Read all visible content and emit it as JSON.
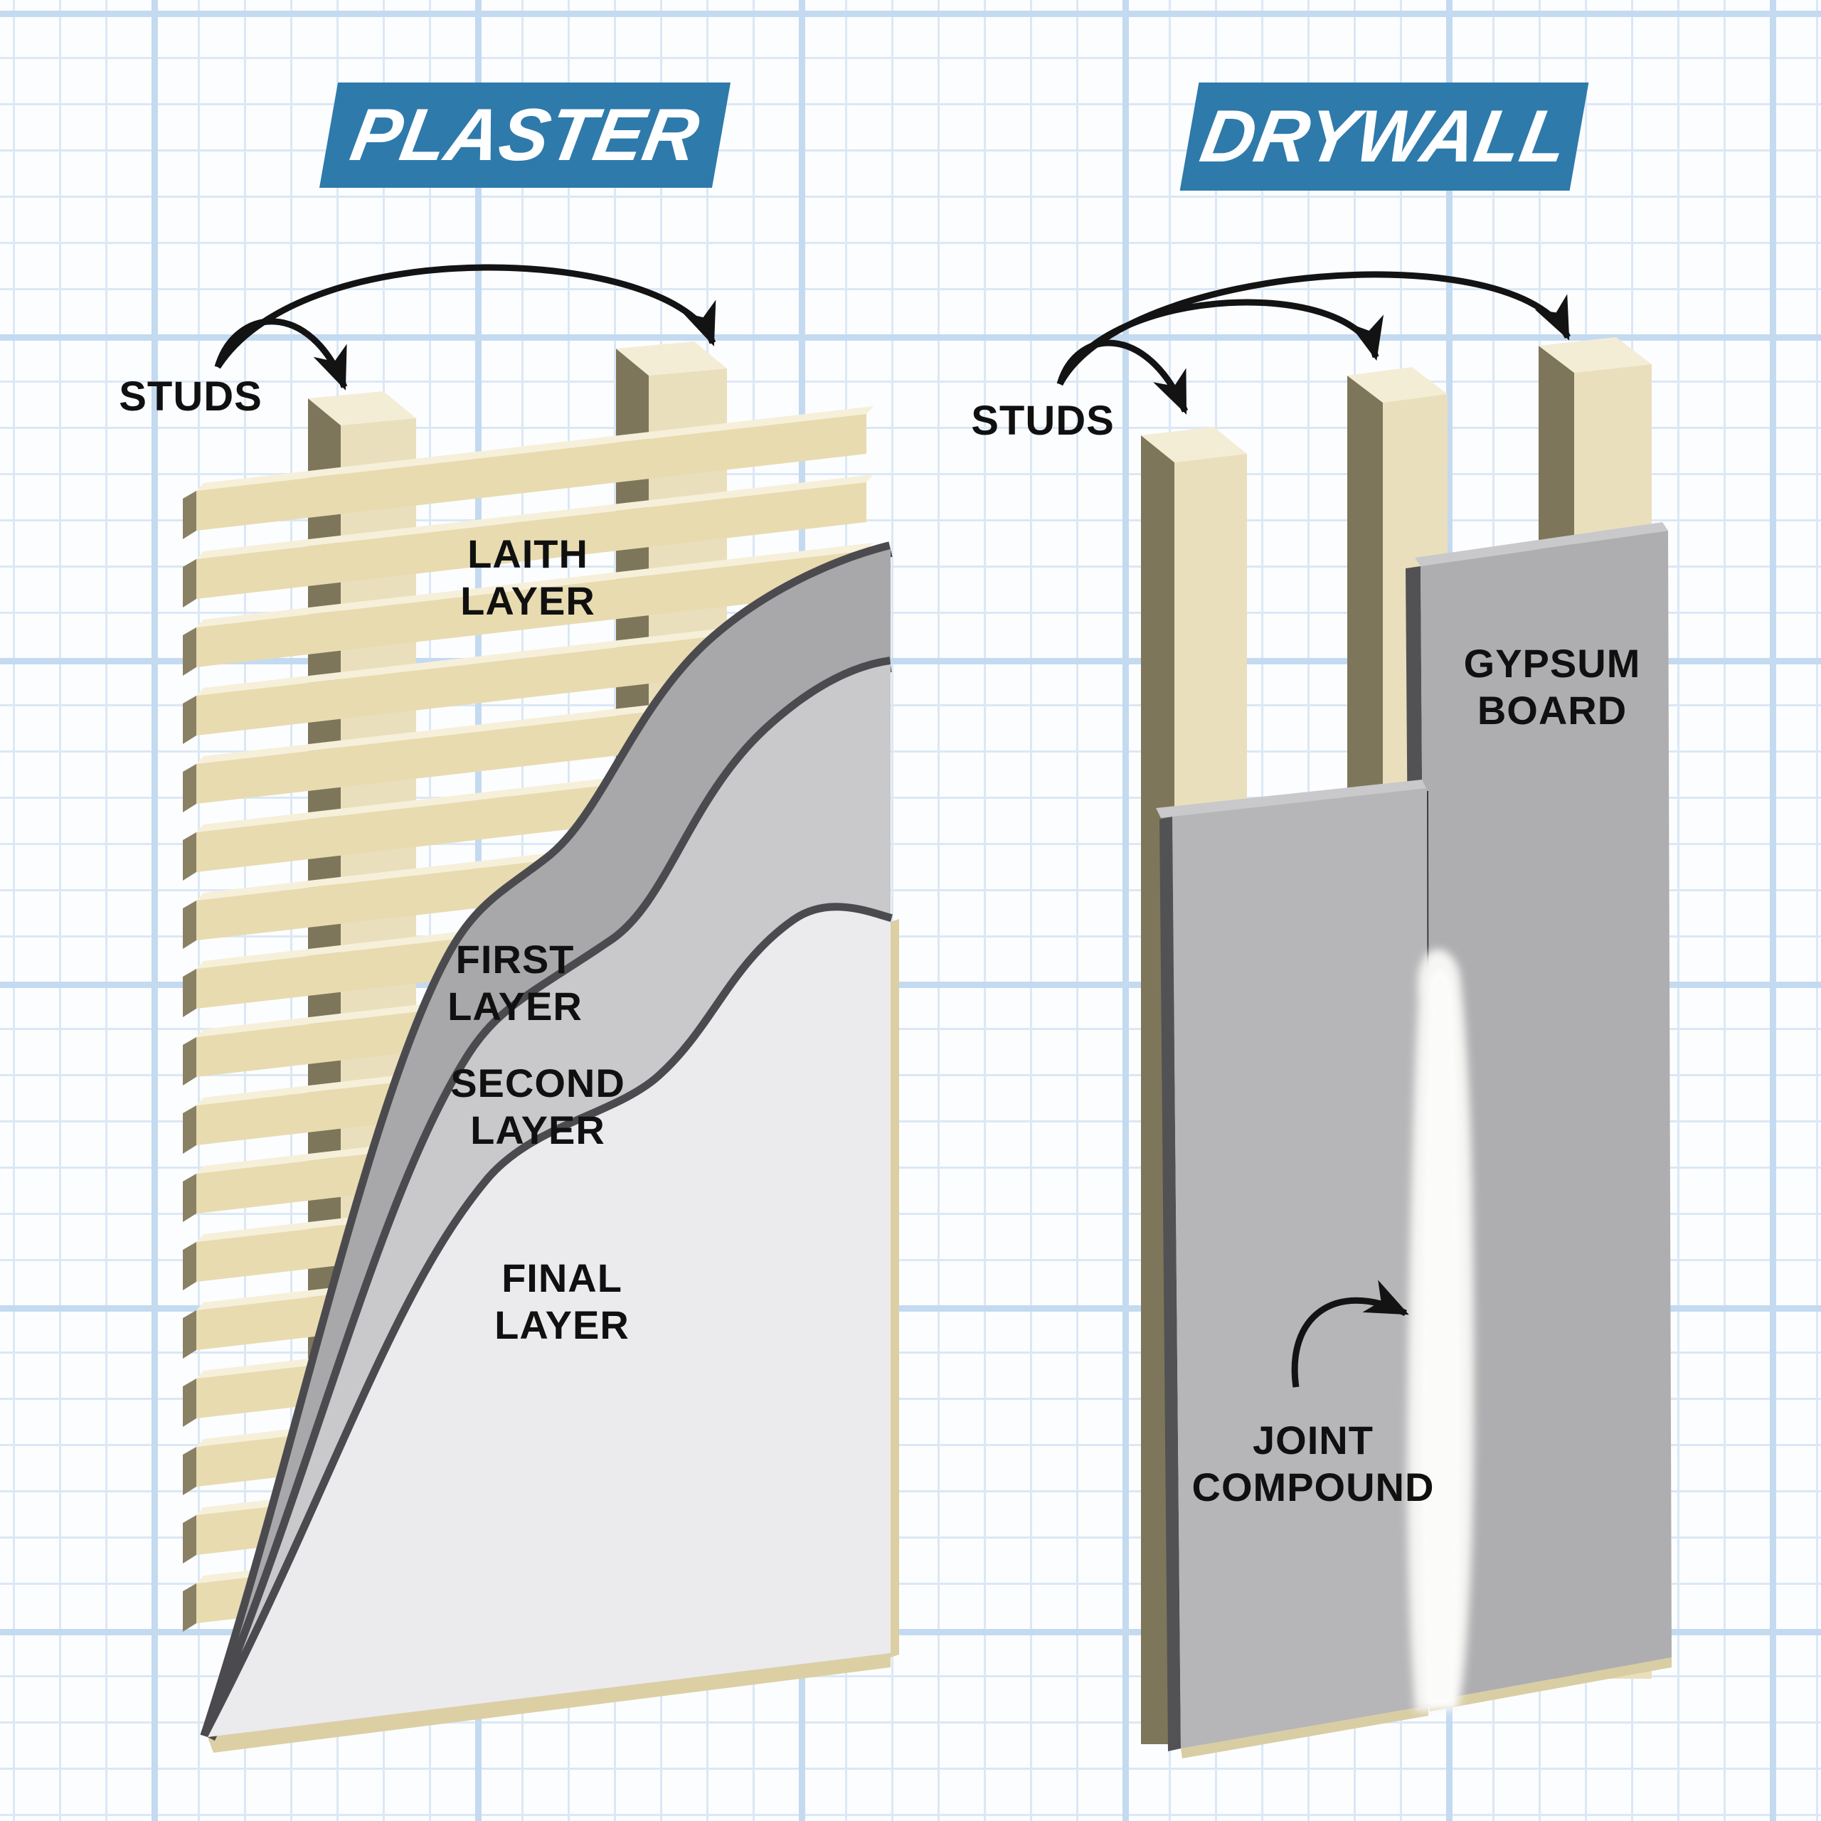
{
  "sections": {
    "plaster": {
      "title": "PLASTER",
      "labels": {
        "studs": "STUDS",
        "lath": [
          "LAITH",
          "LAYER"
        ],
        "first": [
          "FIRST",
          "LAYER"
        ],
        "second": [
          "SECOND",
          "LAYER"
        ],
        "final": [
          "FINAL",
          "LAYER"
        ]
      }
    },
    "drywall": {
      "title": "DRYWALL",
      "labels": {
        "studs": "STUDS",
        "gypsum": [
          "GYPSUM",
          "BOARD"
        ],
        "joint": [
          "JOINT",
          "COMPOUND"
        ]
      }
    }
  },
  "colors": {
    "bg": "#fcfdff",
    "grid_minor": "#dbe8f5",
    "grid_major": "#c3daf0",
    "accent_blue": "#2e7aab",
    "banner_text": "#ffffff",
    "label_text": "#101010",
    "arrow_black": "#131313",
    "stud_front": "#eadfbc",
    "stud_top": "#f4edd6",
    "stud_side": "#7e765a",
    "lath_front": "#e8dbb0",
    "lath_top": "#f6f0da",
    "lath_end": "#8a8164",
    "plaster_first": "#a8a8ab",
    "plaster_second": "#c9c9cb",
    "plaster_final": "#ebebed",
    "plaster_edge": "#4b4b4f",
    "substrate_tan": "#dccfa4",
    "board_front": "#b6b6b8",
    "board_back": "#aeaeb0",
    "board_edge_dark": "#525254",
    "board_top_edge": "#c9c9cb",
    "board_bottom_tan": "#d9cda3",
    "seam_dark": "#3c3c3e",
    "compound_white": "#f6f6f4",
    "compound_core": "#fdfdfc"
  }
}
